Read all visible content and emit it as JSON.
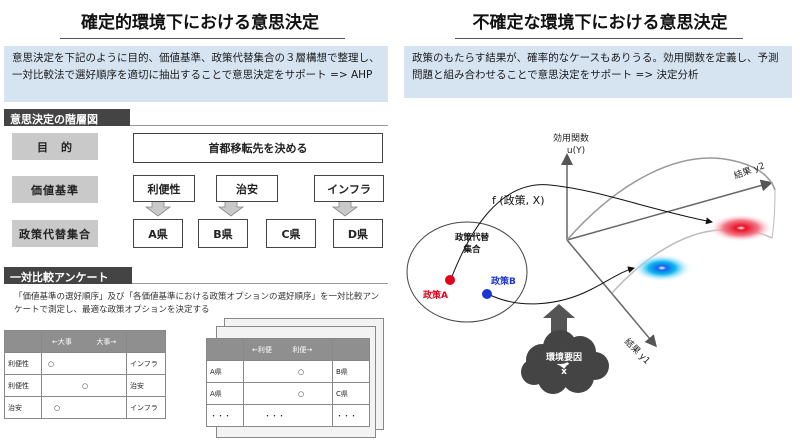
{
  "left": {
    "title": "確定的環境下における意思決定",
    "description": "意思決定を下記のように目的、価値基準、政策代替集合の３層構想で整理し、一対比較法で選好順序を適切に抽出することで意思決定をサポート => AHP",
    "hierarchy_header": "意思決定の階層図",
    "rows": {
      "goal_label": "目　的",
      "criteria_label": "価値基準",
      "alternatives_label": "政策代替集合"
    },
    "goal": "首都移転先を決める",
    "criteria": [
      "利便性",
      "治安",
      "インフラ"
    ],
    "alternatives": [
      "A県",
      "B県",
      "C県",
      "D県"
    ],
    "survey_header": "一対比較アンケート",
    "survey_text": "「価値基準の選好順序」及び「各価値基準における政策オプションの選好順序」を一対比較アンケートで測定し、最適な政策オプションを決定する",
    "table1": {
      "header_left": "←大事",
      "header_right": "大事→",
      "rows": [
        {
          "left": "利便性",
          "mark": "○",
          "right": "インフラ"
        },
        {
          "left": "利便性",
          "mark": "○",
          "right": "治安"
        },
        {
          "left": "治安",
          "mark": "○",
          "right": "インフラ"
        }
      ]
    },
    "table2": {
      "header_left": "←利便",
      "header_right": "利便→",
      "rows": [
        {
          "left": "A県",
          "mark": "○",
          "right": "B県"
        },
        {
          "left": "A県",
          "mark": "○",
          "right": "C県"
        },
        {
          "left": "・・・",
          "mark": "・・・",
          "right": "・・・"
        }
      ]
    }
  },
  "right": {
    "title": "不確定な環境下における意思決定",
    "description": "政策のもたらす結果が、確率的なケースもありうる。効用関数を定義し、予測問題と組み合わせることで意思決定をサポート => 決定分析",
    "diagram": {
      "utility_axis": "効用関数\nu(Y)",
      "axis_y2": "結果 y2",
      "axis_y1": "結果 y1",
      "function_label": "f (政策, X)",
      "policy_set_label": "政策代替\n集合",
      "policy_a": "政策A",
      "policy_b": "政策B",
      "env_factor": "環境要因\nx",
      "colors": {
        "policy_a": "#e0001a",
        "policy_b": "#1a35d6",
        "red_blob": "#e8102a",
        "blue_blob": "#1166ee",
        "cloud": "#444444",
        "arrow": "#555555"
      }
    }
  }
}
